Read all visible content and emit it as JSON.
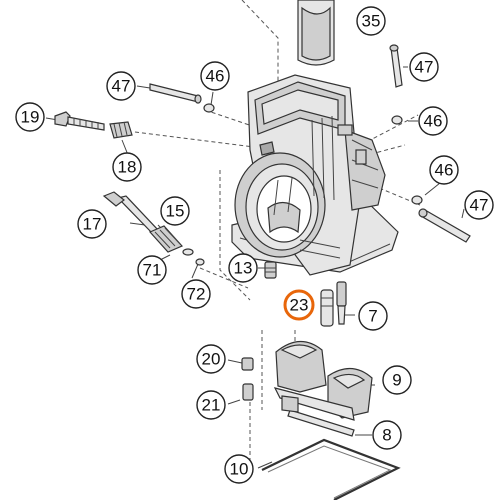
{
  "diagram": {
    "highlight_color": "#e8660a",
    "callouts": [
      {
        "id": "c35",
        "label": "35",
        "highlighted": false
      },
      {
        "id": "c47a",
        "label": "47",
        "highlighted": false
      },
      {
        "id": "c46a",
        "label": "46",
        "highlighted": false
      },
      {
        "id": "c47b",
        "label": "47",
        "highlighted": false
      },
      {
        "id": "c19",
        "label": "19",
        "highlighted": false
      },
      {
        "id": "c46b",
        "label": "46",
        "highlighted": false
      },
      {
        "id": "c18",
        "label": "18",
        "highlighted": false
      },
      {
        "id": "c46c",
        "label": "46",
        "highlighted": false
      },
      {
        "id": "c47c",
        "label": "47",
        "highlighted": false
      },
      {
        "id": "c17",
        "label": "17",
        "highlighted": false
      },
      {
        "id": "c15",
        "label": "15",
        "highlighted": false
      },
      {
        "id": "c71",
        "label": "71",
        "highlighted": false
      },
      {
        "id": "c13",
        "label": "13",
        "highlighted": false
      },
      {
        "id": "c72",
        "label": "72",
        "highlighted": false
      },
      {
        "id": "c23",
        "label": "23",
        "highlighted": true
      },
      {
        "id": "c7",
        "label": "7",
        "highlighted": false
      },
      {
        "id": "c20",
        "label": "20",
        "highlighted": false
      },
      {
        "id": "c9",
        "label": "9",
        "highlighted": false
      },
      {
        "id": "c21",
        "label": "21",
        "highlighted": false
      },
      {
        "id": "c8",
        "label": "8",
        "highlighted": false
      },
      {
        "id": "c10",
        "label": "10",
        "highlighted": false
      }
    ]
  }
}
